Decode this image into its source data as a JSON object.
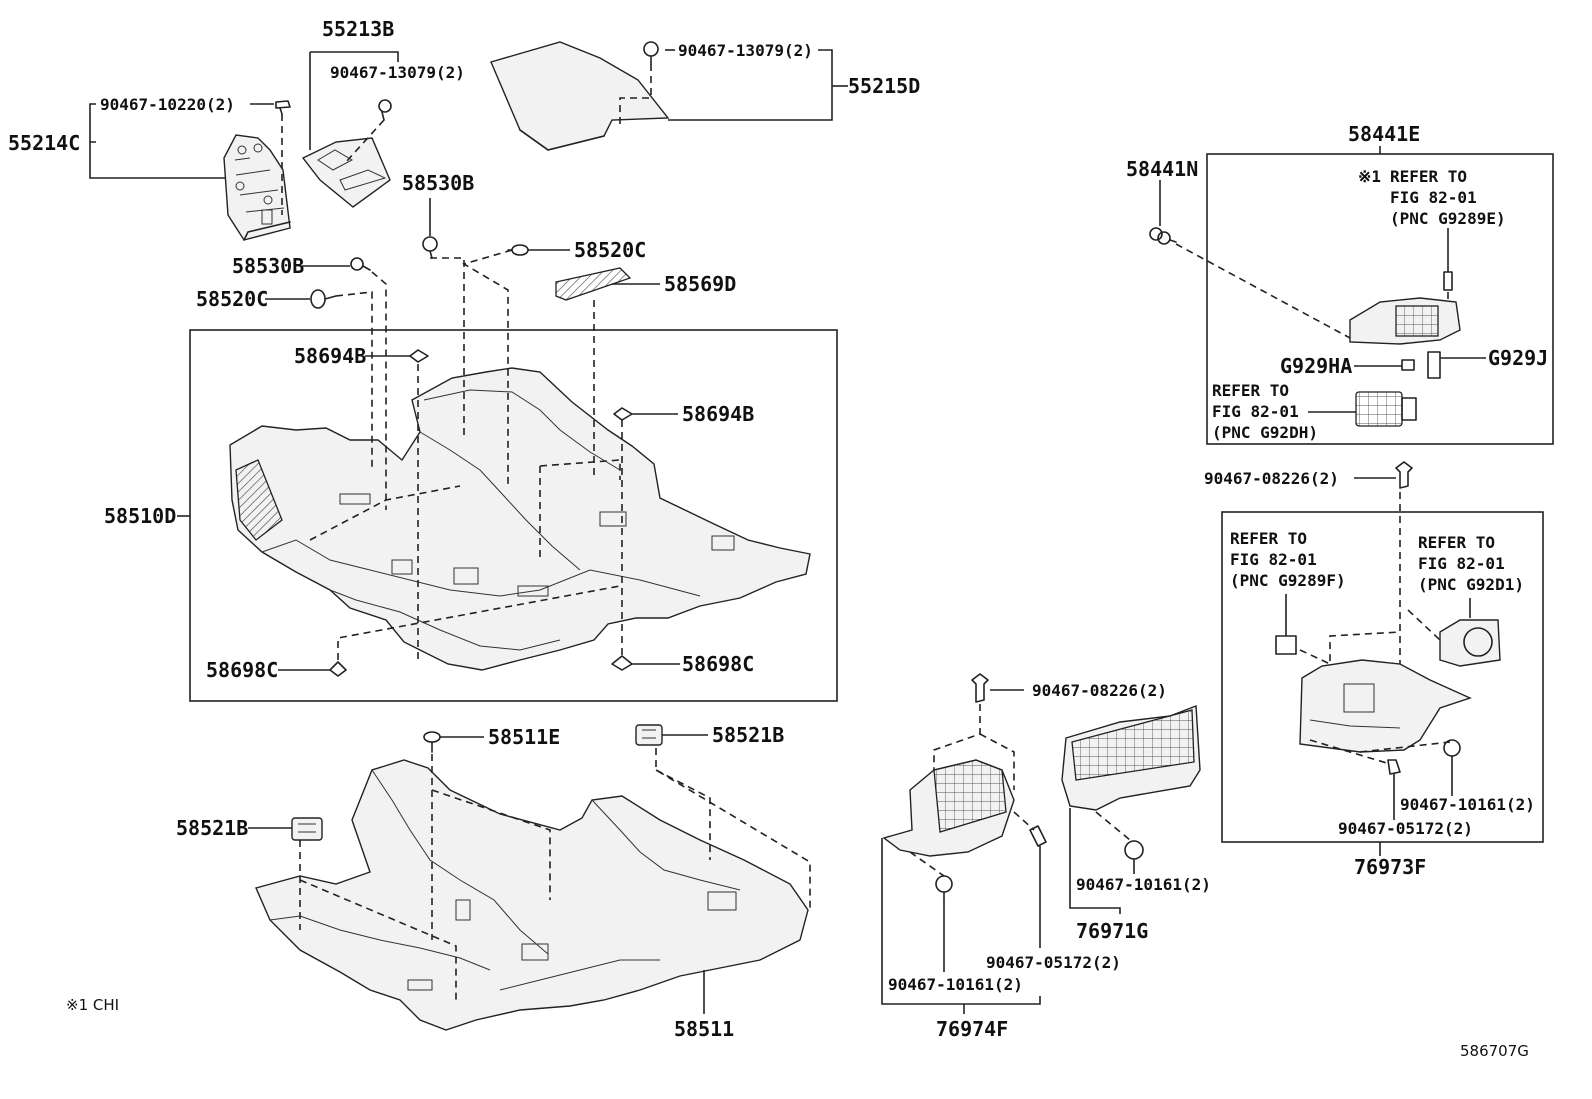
{
  "labels": {
    "p55213B": "55213B",
    "p55214C": "55214C",
    "p55215D": "55215D",
    "clip_10220": "90467-10220(2)",
    "clip_13079_a": "90467-13079(2)",
    "clip_13079_b": "90467-13079(2)",
    "p58530B_a": "58530B",
    "p58530B_b": "58530B",
    "p58520C_a": "58520C",
    "p58520C_b": "58520C",
    "p58569D": "58569D",
    "p58694B_a": "58694B",
    "p58694B_b": "58694B",
    "p58510D": "58510D",
    "p58698C_a": "58698C",
    "p58698C_b": "58698C",
    "p58511E": "58511E",
    "p58521B_a": "58521B",
    "p58521B_b": "58521B",
    "p58511": "58511",
    "p58441E": "58441E",
    "p58441N": "58441N",
    "g929ha": "G929HA",
    "g929j": "G929J",
    "clip_08226_a": "90467-08226(2)",
    "clip_08226_b": "90467-08226(2)",
    "clip_10161_a": "90467-10161(2)",
    "clip_10161_b": "90467-10161(2)",
    "clip_10161_c": "90467-10161(2)",
    "clip_05172_a": "90467-05172(2)",
    "clip_05172_b": "90467-05172(2)",
    "p76973F": "76973F",
    "p76971G": "76971G",
    "p76974F": "76974F",
    "note_mark": "※1",
    "note": "※1 CHI",
    "fig_code": "586707G"
  },
  "refs": {
    "g9289e": [
      "REFER TO",
      "FIG 82-01",
      "(PNC G9289E)"
    ],
    "g92dh": [
      "REFER TO",
      "FIG 82-01",
      "(PNC G92DH)"
    ],
    "g9289f": [
      "REFER TO",
      "FIG 82-01",
      "(PNC G9289F)"
    ],
    "g92d1": [
      "REFER TO",
      "FIG 82-01",
      "(PNC G92D1)"
    ]
  }
}
